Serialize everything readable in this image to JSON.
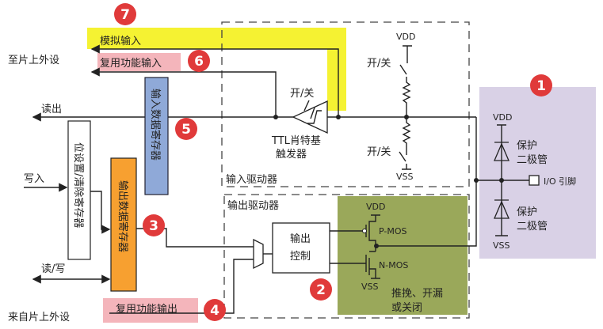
{
  "labels": {
    "to_peripheral": "至片上外设",
    "from_peripheral": "来自片上外设",
    "analog_input": "模拟输入",
    "alt_func_input": "复用功能输入",
    "alt_func_output": "复用功能输出",
    "read_out": "读出",
    "write_in": "写入",
    "read_write": "读/写",
    "input_data_register": "输入数据寄存器",
    "bit_set_reset_register": "位设置/清除寄存器",
    "output_data_register": "输出数据寄存器",
    "input_driver": "输入驱动器",
    "output_driver": "输出驱动器",
    "on_off_trigger": "开/关",
    "schmitt_line1": "TTL肖特基",
    "schmitt_line2": "触发器",
    "on_off_pullup": "开/关",
    "on_off_pulldown": "开/关",
    "vdd": "VDD",
    "vss": "VSS",
    "output_control_line1": "输出",
    "output_control_line2": "控制",
    "pmos": "P-MOS",
    "nmos": "N-MOS",
    "mode_line1": "推挽、开漏",
    "mode_line2": "或关闭",
    "protect_diode_line1": "保护",
    "protect_diode_line2": "二极管",
    "io_pin": "I/O 引脚"
  },
  "markers": [
    "1",
    "2",
    "3",
    "4",
    "5",
    "6",
    "7"
  ],
  "colors": {
    "analog_highlight": "#f5f232",
    "alt_func_highlight": "#f4b5bb",
    "input_register": "#8fa9d8",
    "output_register": "#f7a030",
    "output_stage": "#9aa85a",
    "protection": "#d9d1e6",
    "marker": "#e03a3a"
  }
}
